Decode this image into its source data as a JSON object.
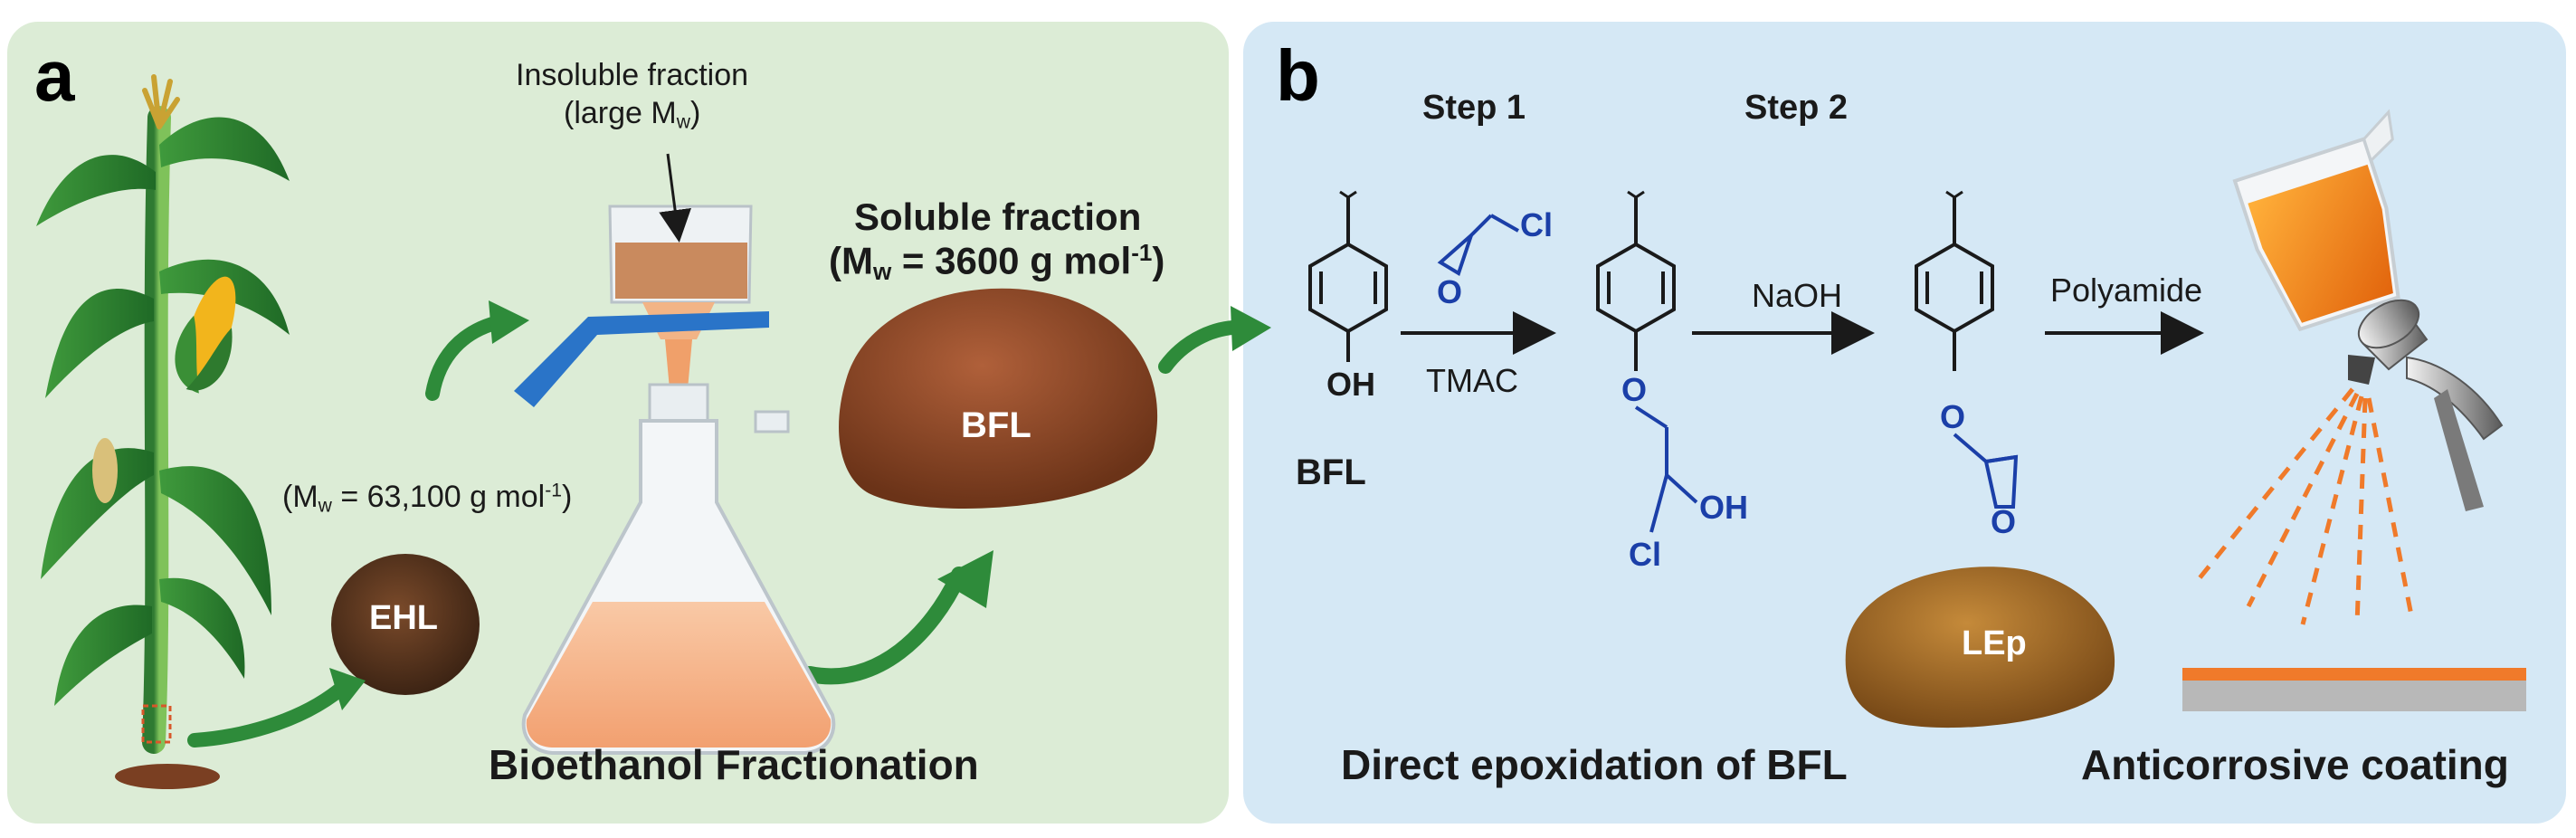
{
  "panel_a": {
    "letter": "a",
    "insoluble_line1": "Insoluble fraction",
    "insoluble_line2_pre": "(large M",
    "insoluble_line2_sub": "w",
    "insoluble_line2_post": ")",
    "soluble_line1": "Soluble fraction",
    "soluble_line2_pre": "(M",
    "soluble_line2_sub": "w",
    "soluble_line2_mid": " = 3600 g mol",
    "soluble_line2_sup": "-1",
    "soluble_line2_post": ")",
    "ehl_mw_pre": "(M",
    "ehl_mw_sub": "w",
    "ehl_mw_mid": " = 63,100 g mol",
    "ehl_mw_sup": "-1",
    "ehl_mw_post": ")",
    "ehl_label": "EHL",
    "bfl_label": "BFL",
    "caption": "Bioethanol Fractionation"
  },
  "panel_b": {
    "letter": "b",
    "step1": "Step 1",
    "step2": "Step 2",
    "bfl_name": "BFL",
    "oh": "OH",
    "o": "O",
    "cl": "Cl",
    "tmac": "TMAC",
    "naoh": "NaOH",
    "polyamide": "Polyamide",
    "lep_label": "LEp",
    "caption_left": "Direct epoxidation of BFL",
    "caption_right": "Anticorrosive coating"
  },
  "colors": {
    "panel_a_bg": "#dcecd6",
    "panel_b_bg": "#d5e8f5",
    "arrow_green": "#2e8b3a",
    "chem_blue": "#1b3fa8",
    "spray_orange": "#f07a2a"
  }
}
